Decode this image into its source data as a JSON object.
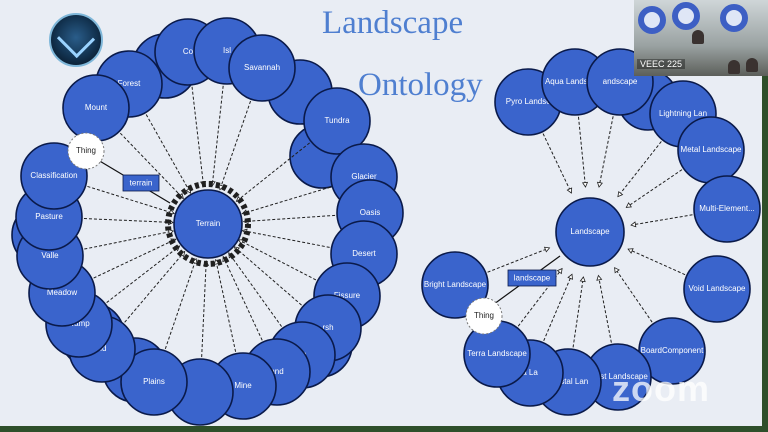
{
  "title": {
    "line1": "Landscape",
    "line2": "Ontology"
  },
  "camera": {
    "label": "VEEC 225"
  },
  "watermark": "zoom",
  "colors": {
    "node": "#3a64cc",
    "node_border": "#0a1a4a",
    "background": "#e9edf4",
    "title": "#4f7fd0"
  },
  "left_graph": {
    "center": "Terrain",
    "thing": "Thing",
    "relation_label": "terrain",
    "nodes": [
      "Forest",
      "Co",
      "Isl",
      "Savannah",
      "Tundra",
      "Glacier",
      "Oasis",
      "Desert",
      "Fissure",
      "rsh",
      "an",
      "and",
      "Mine",
      "",
      "Plains",
      "nd",
      "wamp",
      "Meadow",
      "Valle",
      "Pasture",
      "Classification",
      "Mount"
    ]
  },
  "right_graph": {
    "center": "Landscape",
    "thing": "Thing",
    "relation_label": "landscape",
    "nodes": [
      "Pyro Landsc",
      "Aqua Landscape",
      "andscape",
      "Lightning Lan",
      "Metal Landscape",
      "Multi-Element...",
      "Void Landscape",
      "BoardComponent",
      "Frost Landscape",
      "Crystal Lan",
      "a La",
      "Terra Landscape",
      "Bright Landscape"
    ]
  }
}
